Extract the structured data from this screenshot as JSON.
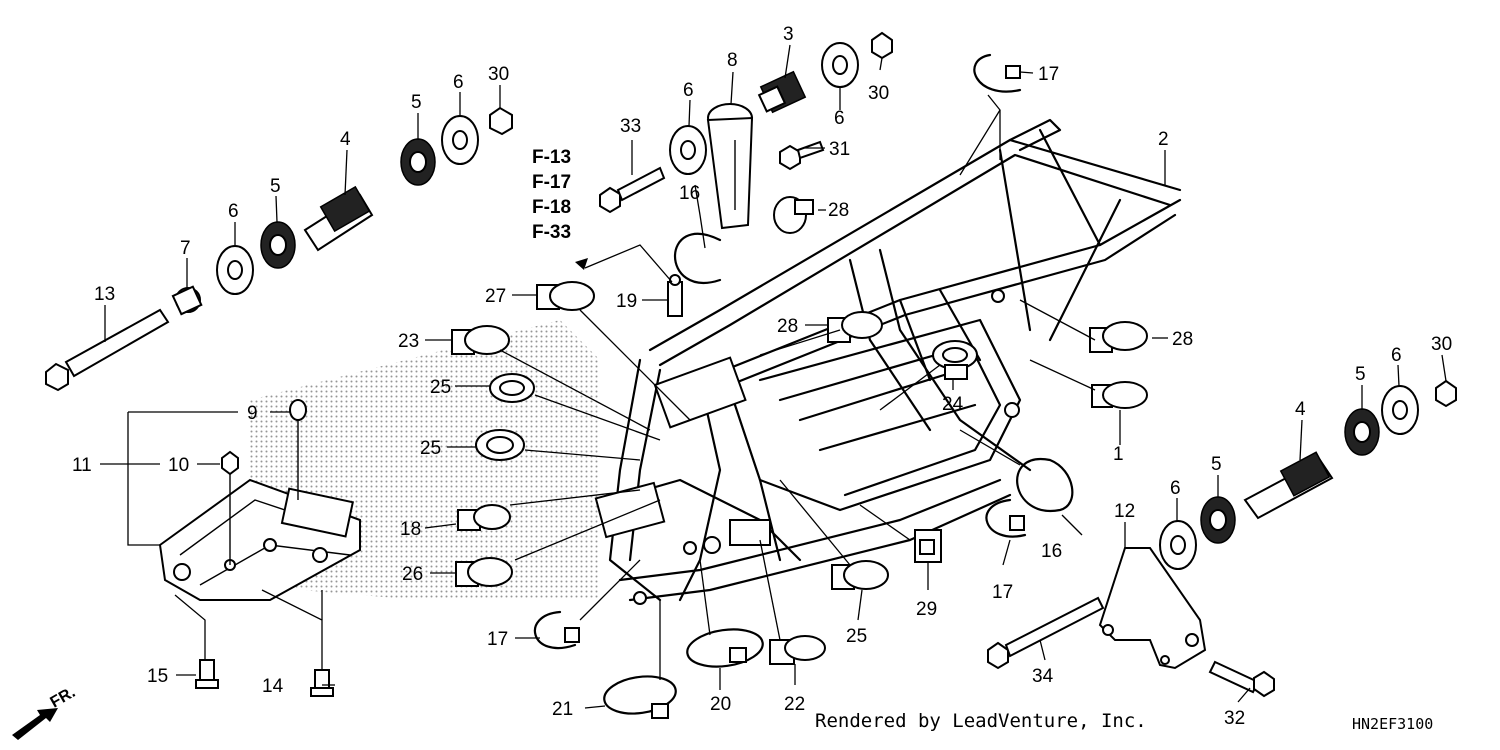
{
  "ref_pages": [
    "F-13",
    "F-17",
    "F-18",
    "F-33"
  ],
  "direction_label": "FR.",
  "footer": {
    "rendered_by": "Rendered by LeadVenture, Inc.",
    "diagram_code": "HN2EF3100"
  },
  "callouts": [
    {
      "id": "c1",
      "label": "1"
    },
    {
      "id": "c2",
      "label": "2"
    },
    {
      "id": "c3",
      "label": "3"
    },
    {
      "id": "c4a",
      "label": "4"
    },
    {
      "id": "c4b",
      "label": "4"
    },
    {
      "id": "c5a",
      "label": "5"
    },
    {
      "id": "c5b",
      "label": "5"
    },
    {
      "id": "c5c",
      "label": "5"
    },
    {
      "id": "c5d",
      "label": "5"
    },
    {
      "id": "c6a",
      "label": "6"
    },
    {
      "id": "c6b",
      "label": "6"
    },
    {
      "id": "c6c",
      "label": "6"
    },
    {
      "id": "c6d",
      "label": "6"
    },
    {
      "id": "c6e",
      "label": "6"
    },
    {
      "id": "c6f",
      "label": "6"
    },
    {
      "id": "c7",
      "label": "7"
    },
    {
      "id": "c8",
      "label": "8"
    },
    {
      "id": "c9",
      "label": "9"
    },
    {
      "id": "c10",
      "label": "10"
    },
    {
      "id": "c11",
      "label": "11"
    },
    {
      "id": "c12",
      "label": "12"
    },
    {
      "id": "c13",
      "label": "13"
    },
    {
      "id": "c14",
      "label": "14"
    },
    {
      "id": "c15",
      "label": "15"
    },
    {
      "id": "c16a",
      "label": "16"
    },
    {
      "id": "c16b",
      "label": "16"
    },
    {
      "id": "c17a",
      "label": "17"
    },
    {
      "id": "c17b",
      "label": "17"
    },
    {
      "id": "c17c",
      "label": "17"
    },
    {
      "id": "c18",
      "label": "18"
    },
    {
      "id": "c19",
      "label": "19"
    },
    {
      "id": "c20",
      "label": "20"
    },
    {
      "id": "c21",
      "label": "21"
    },
    {
      "id": "c22",
      "label": "22"
    },
    {
      "id": "c23",
      "label": "23"
    },
    {
      "id": "c24",
      "label": "24"
    },
    {
      "id": "c25a",
      "label": "25"
    },
    {
      "id": "c25b",
      "label": "25"
    },
    {
      "id": "c25c",
      "label": "25"
    },
    {
      "id": "c26",
      "label": "26"
    },
    {
      "id": "c27",
      "label": "27"
    },
    {
      "id": "c28a",
      "label": "28"
    },
    {
      "id": "c28b",
      "label": "28"
    },
    {
      "id": "c28c",
      "label": "28"
    },
    {
      "id": "c29",
      "label": "29"
    },
    {
      "id": "c30a",
      "label": "30"
    },
    {
      "id": "c30b",
      "label": "30"
    },
    {
      "id": "c30c",
      "label": "30"
    },
    {
      "id": "c31",
      "label": "31"
    },
    {
      "id": "c32",
      "label": "32"
    },
    {
      "id": "c33",
      "label": "33"
    },
    {
      "id": "c34",
      "label": "34"
    }
  ]
}
